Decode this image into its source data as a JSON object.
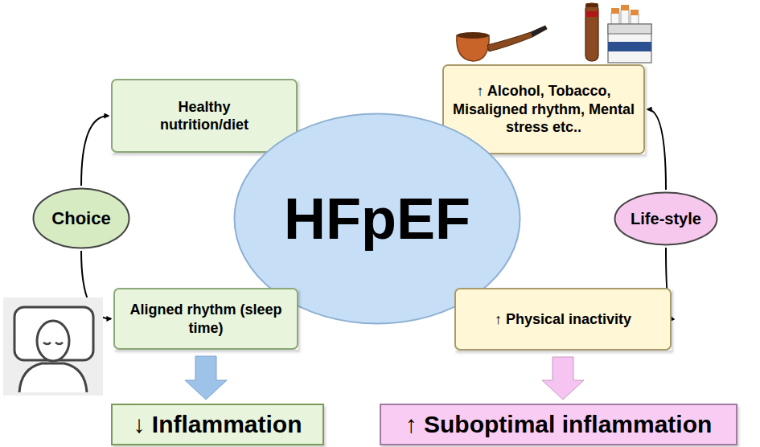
{
  "diagram": {
    "nodes": [
      {
        "text": [
          "Healthy nutrition/diet"
        ]
      },
      {
        "text": [
          "↑ Alcohol, Tobacco, Misaligned rhythm, Mental stress etc.."
        ]
      },
      {
        "text": [
          "Choice"
        ]
      },
      {
        "text": [
          "HFpEF"
        ]
      },
      {
        "text": [
          "Life-style"
        ]
      },
      {
        "text": [
          "Aligned rhythm (sleep time)"
        ]
      },
      {
        "text": [
          "↑ Physical inactivity"
        ]
      },
      {
        "text": [
          "↓ Inflammation"
        ]
      },
      {
        "text": [
          "↑ Suboptimal inflammation"
        ]
      }
    ],
    "edges": [
      {
        "from": 2,
        "to": 0,
        "arrow": "to"
      },
      {
        "from": 2,
        "to": 5,
        "arrow": "to"
      },
      {
        "from": 4,
        "to": 1,
        "arrow": "to"
      },
      {
        "from": 4,
        "to": 6,
        "arrow": "to"
      },
      {
        "from": 5,
        "to": 7,
        "arrow": "to"
      },
      {
        "from": 6,
        "to": 8,
        "arrow": "to"
      }
    ]
  }
}
